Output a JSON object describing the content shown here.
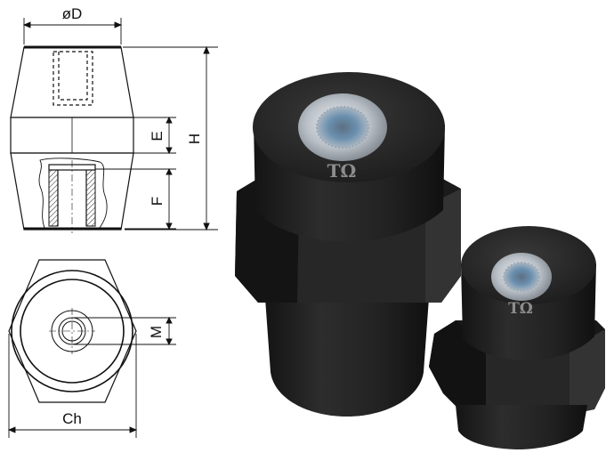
{
  "drawing": {
    "labels": {
      "diameter": "øD",
      "height": "H",
      "e": "E",
      "f": "F",
      "m": "M",
      "ch": "Ch"
    }
  },
  "photo": {
    "logo_text": "TΩ"
  }
}
